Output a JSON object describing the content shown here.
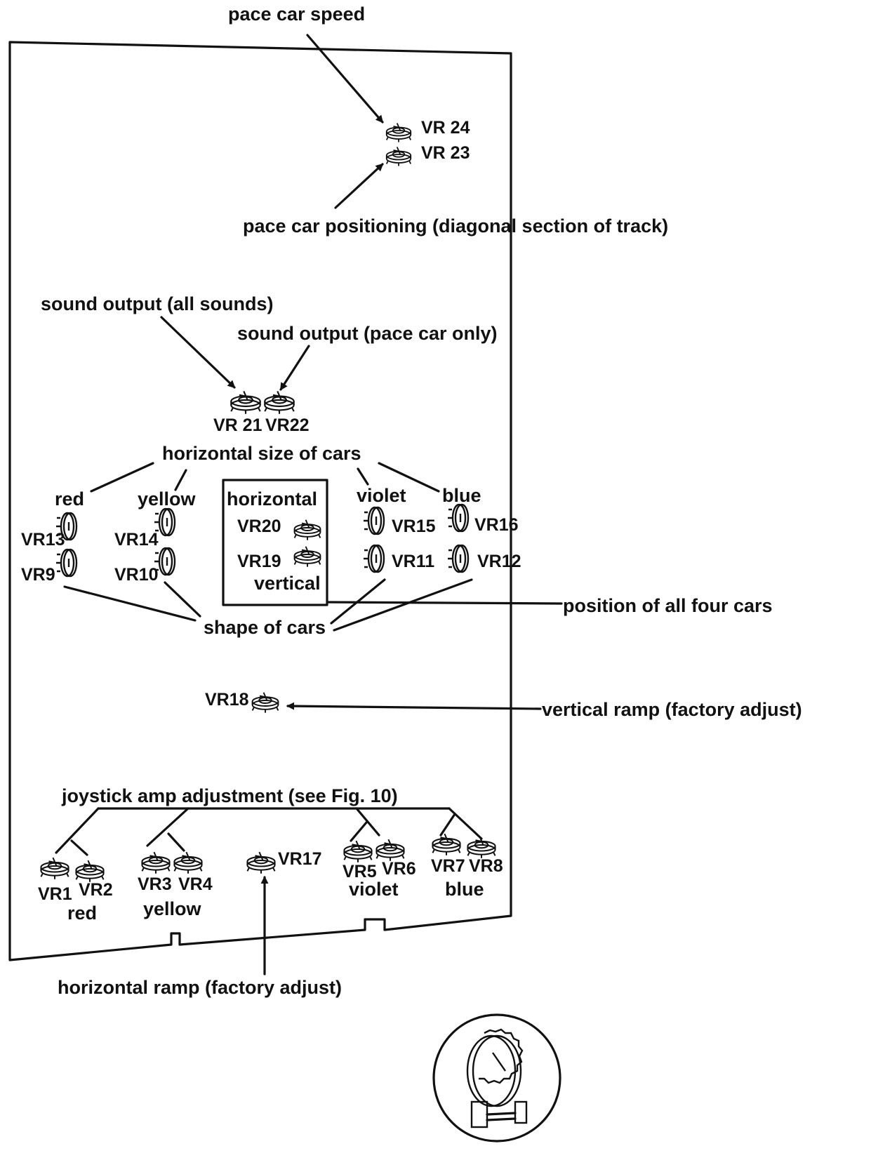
{
  "labels": {
    "pace_speed": "pace car speed",
    "pace_positioning": "pace car positioning (diagonal section of track)",
    "sound_all": "sound output (all sounds)",
    "sound_pace": "sound output (pace car only)",
    "horizontal_size": "horizontal size of cars",
    "red": "red",
    "yellow": "yellow",
    "violet": "violet",
    "blue": "blue",
    "box_horizontal": "horizontal",
    "box_vertical": "vertical",
    "shape_of_cars": "shape of cars",
    "position_all_four": "position of all four cars",
    "vertical_ramp": "vertical ramp (factory adjust)",
    "joystick": "joystick amp adjustment (see Fig. 10)",
    "bottom_red": "red",
    "bottom_yellow": "yellow",
    "bottom_violet": "violet",
    "bottom_blue": "blue",
    "horizontal_ramp": "horizontal ramp (factory adjust)"
  },
  "pots": {
    "vr1": "VR1",
    "vr2": "VR2",
    "vr3": "VR3",
    "vr4": "VR4",
    "vr5": "VR5",
    "vr6": "VR6",
    "vr7": "VR7",
    "vr8": "VR8",
    "vr9": "VR9",
    "vr10": "VR10",
    "vr11": "VR11",
    "vr12": "VR12",
    "vr13": "VR13",
    "vr14": "VR14",
    "vr15": "VR15",
    "vr16": "VR16",
    "vr17": "VR17",
    "vr18": "VR18",
    "vr19": "VR19",
    "vr20": "VR20",
    "vr21": "VR 21",
    "vr22": "VR22",
    "vr23": "VR 23",
    "vr24": "VR 24"
  },
  "icons": {
    "flat_pot": "trimmer-pot-flat-icon",
    "side_pot": "trimmer-pot-side-icon",
    "detail": "trimmer-pot-detail-icon"
  }
}
